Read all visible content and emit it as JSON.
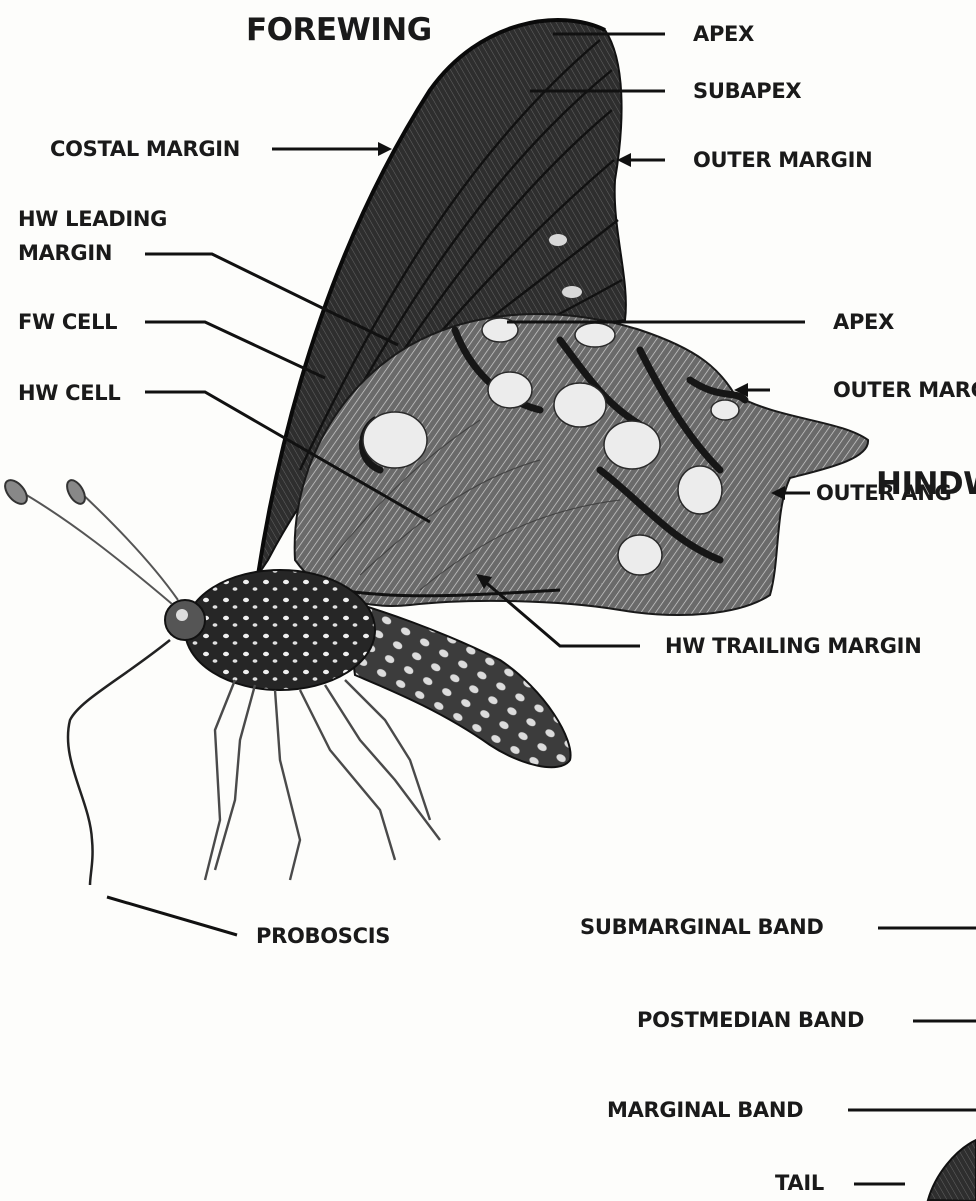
{
  "titles": {
    "forewing": "FOREWING",
    "hindwing": "HINDW"
  },
  "labels": {
    "apex_fw": "APEX",
    "subapex": "SUBAPEX",
    "costal_margin": "COSTAL MARGIN",
    "outer_margin_fw": "OUTER MARGIN",
    "hw_leading_margin_line1": "HW LEADING",
    "hw_leading_margin_line2": "MARGIN",
    "fw_cell": "FW CELL",
    "hw_cell": "HW CELL",
    "apex_hw": "APEX",
    "outer_margin_hw": "OUTER MARG",
    "outer_angle": "OUTER ANG",
    "hw_trailing_margin": "HW TRAILING MARGIN",
    "proboscis": "PROBOSCIS",
    "submarginal_band": "SUBMARGINAL BAND",
    "postmedian_band": "POSTMEDIAN BAND",
    "marginal_band": "MARGINAL BAND",
    "tail": "TAIL"
  },
  "colors": {
    "ink": "#1a1a1a",
    "forewing": "#3a3a3a",
    "hindwing": "#6e6e6e",
    "spot": "#ededed",
    "background": "#fdfdfb"
  }
}
